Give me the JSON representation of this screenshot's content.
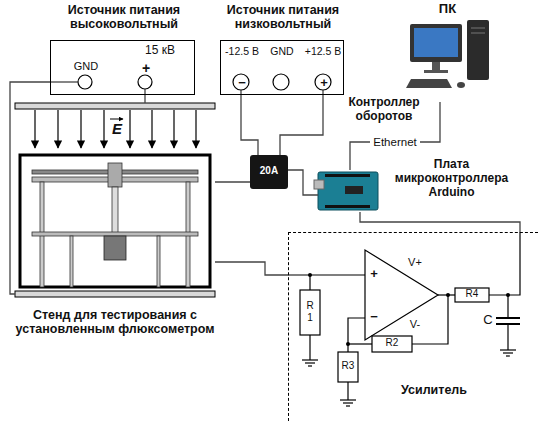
{
  "diagram": {
    "nodes": [
      {
        "text": [
          "Источник питания высоковольтный",
          "15 кВ",
          "GND",
          "+"
        ]
      },
      {
        "text": [
          "Источник питания низковольтный",
          "-12.5 В",
          "GND",
          "+12.5 В",
          "−",
          "+"
        ]
      },
      {
        "text": [
          "ПК"
        ]
      },
      {
        "text": [
          "Контроллер оборотов",
          "20A"
        ]
      },
      {
        "text": [
          "Плата микроконтроллера Arduino"
        ]
      },
      {
        "text": [
          "Стенд для тестирования с установленным флюксометром"
        ]
      },
      {
        "text": [
          "Усилитель"
        ]
      }
    ],
    "edges": [
      {
        "from": 0,
        "to": 5,
        "arrow": "none"
      },
      {
        "from": 0,
        "to": 5,
        "arrow": "none"
      },
      {
        "from": 1,
        "to": 3,
        "arrow": "none"
      },
      {
        "from": 1,
        "to": 3,
        "arrow": "none"
      },
      {
        "from": 2,
        "to": 4,
        "label": "Ethernet",
        "arrow": "none"
      },
      {
        "from": 3,
        "to": 4,
        "arrow": "none"
      },
      {
        "from": 3,
        "to": 5,
        "arrow": "none"
      },
      {
        "from": 5,
        "to": 6,
        "arrow": "none"
      },
      {
        "from": 4,
        "to": 6,
        "arrow": "none"
      }
    ],
    "labels": [
      "E",
      "+",
      "−",
      "V+",
      "V-",
      "R 1",
      "R2",
      "R3",
      "R4",
      "C"
    ]
  }
}
